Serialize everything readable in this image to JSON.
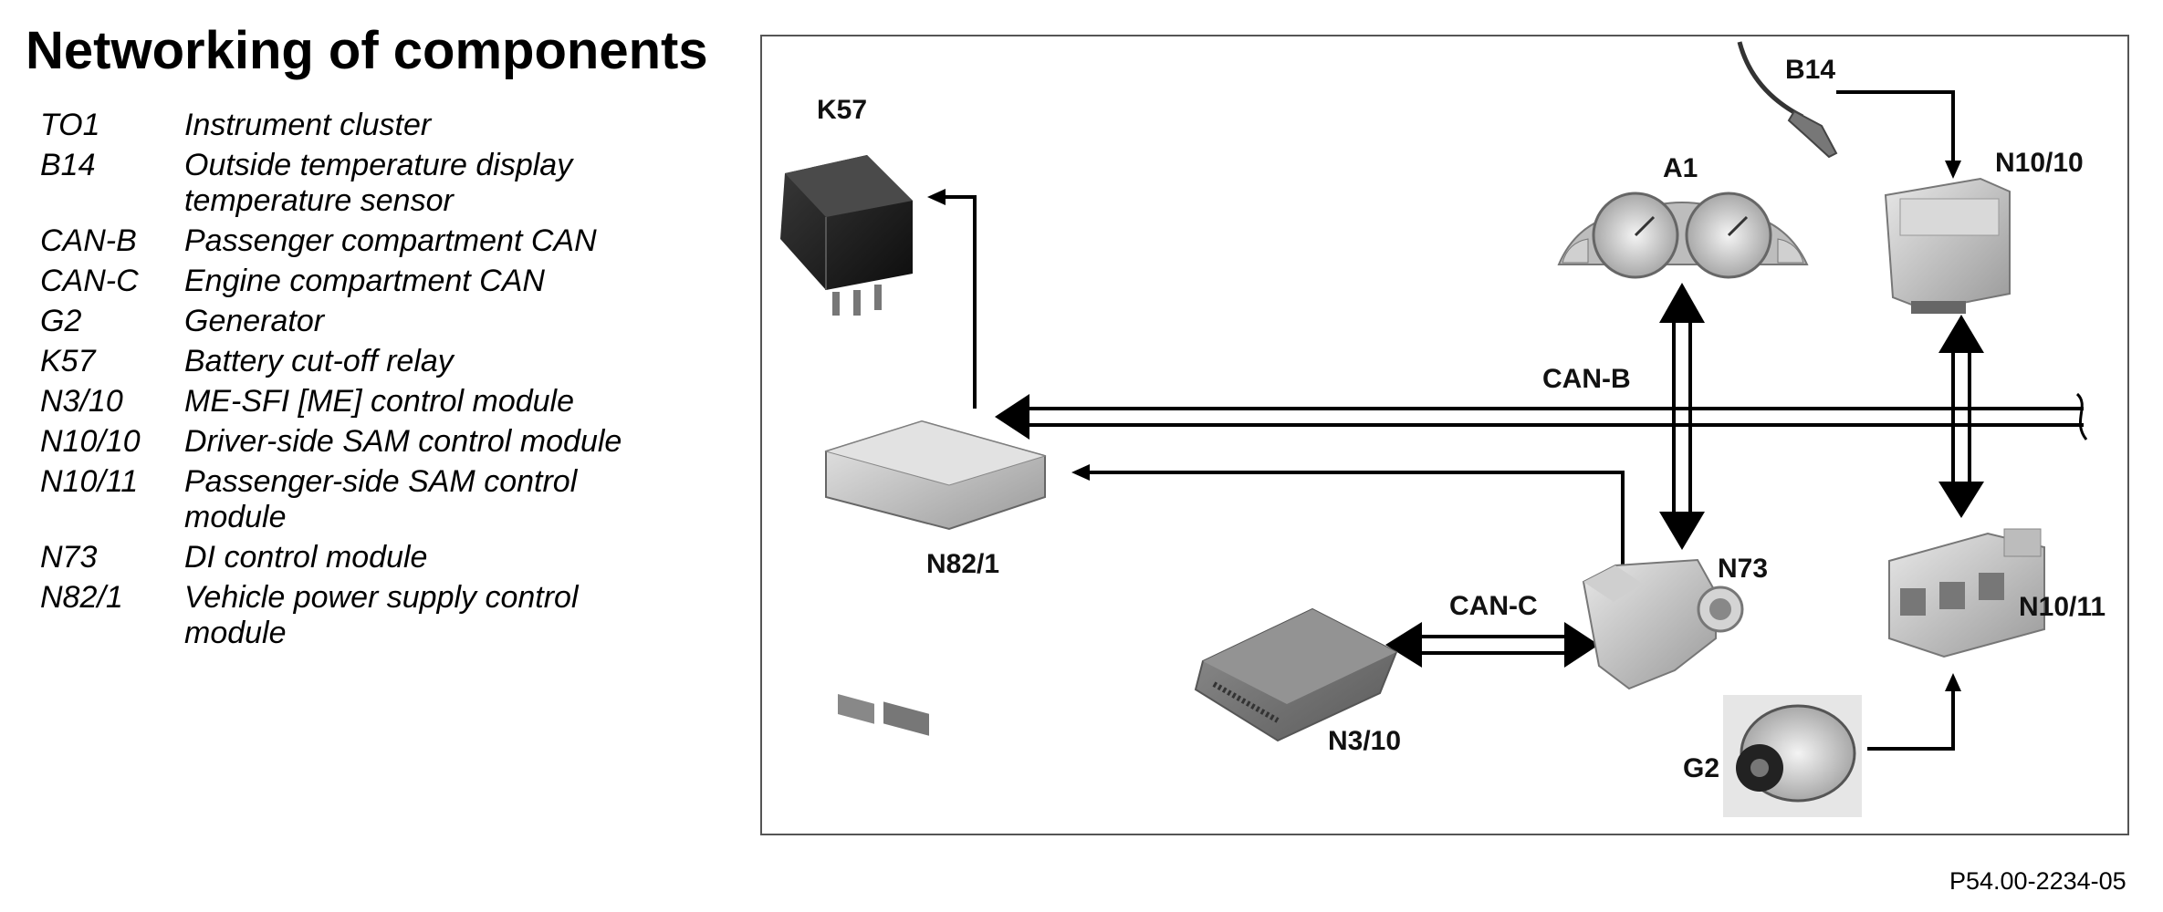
{
  "title": "Networking of components",
  "legend": [
    {
      "code": "TO1",
      "desc": "Instrument cluster"
    },
    {
      "code": "B14",
      "desc": "Outside temperature display temperature sensor"
    },
    {
      "code": "CAN-B",
      "desc": "Passenger compartment CAN"
    },
    {
      "code": "CAN-C",
      "desc": "Engine compartment CAN"
    },
    {
      "code": "G2",
      "desc": "Generator"
    },
    {
      "code": "K57",
      "desc": "Battery cut-off relay"
    },
    {
      "code": "N3/10",
      "desc": "ME-SFI [ME] control module"
    },
    {
      "code": "N10/10",
      "desc": "Driver-side SAM control module"
    },
    {
      "code": "N10/11",
      "desc": "Passenger-side SAM control module"
    },
    {
      "code": "N73",
      "desc": "DI control module"
    },
    {
      "code": "N82/1",
      "desc": "Vehicle power supply control module"
    }
  ],
  "diagram": {
    "labels": {
      "k57": "K57",
      "b14": "B14",
      "a1": "A1",
      "n10_10": "N10/10",
      "can_b": "CAN-B",
      "n82_1": "N82/1",
      "n73": "N73",
      "can_c": "CAN-C",
      "n10_11": "N10/11",
      "n3_10": "N3/10",
      "g2": "G2"
    }
  },
  "figure_ref": "P54.00-2234-05"
}
